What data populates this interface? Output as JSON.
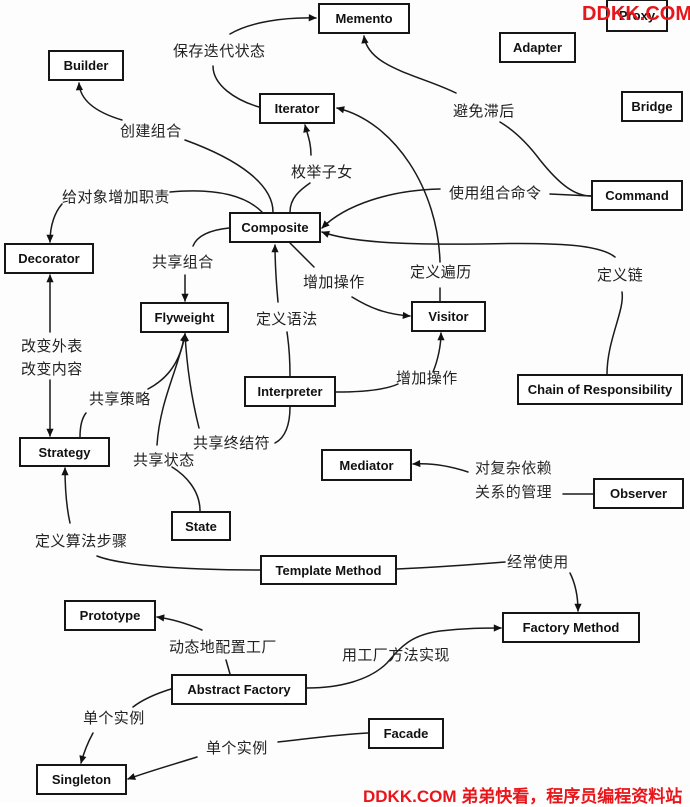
{
  "diagram": {
    "title": "Design pattern relationships",
    "patterns": {
      "memento": "Memento",
      "builder": "Builder",
      "adapter": "Adapter",
      "proxy": "Proxy",
      "bridge": "Bridge",
      "iterator": "Iterator",
      "command": "Command",
      "composite": "Composite",
      "decorator": "Decorator",
      "flyweight": "Flyweight",
      "visitor": "Visitor",
      "interpreter": "Interpreter",
      "chain": "Chain of Responsibility",
      "strategy": "Strategy",
      "mediator": "Mediator",
      "observer": "Observer",
      "state": "State",
      "template_method": "Template Method",
      "prototype": "Prototype",
      "factory_method": "Factory Method",
      "abstract_factory": "Abstract Factory",
      "facade": "Facade",
      "singleton": "Singleton"
    },
    "relations": [
      {
        "from": "Iterator",
        "to": "Memento",
        "label": "保存迭代状态"
      },
      {
        "from": "Composite",
        "to": "Builder",
        "label": "创建组合"
      },
      {
        "from": "Composite",
        "to": "Iterator",
        "label": "枚举子女"
      },
      {
        "from": "Command",
        "to": "Memento",
        "label": "避免滞后"
      },
      {
        "from": "Command",
        "to": "Composite",
        "label": "使用组合命令"
      },
      {
        "from": "Composite",
        "to": "Decorator",
        "label": "给对象增加职责"
      },
      {
        "from": "Visitor",
        "to": "Iterator",
        "label": "定义遍历"
      },
      {
        "from": "Chain of Responsibility",
        "to": "Composite",
        "label": "定义链"
      },
      {
        "from": "Composite",
        "to": "Flyweight",
        "label": "共享组合"
      },
      {
        "from": "Composite",
        "to": "Visitor",
        "label": "增加操作"
      },
      {
        "from": "Interpreter",
        "to": "Composite",
        "label": "定义语法"
      },
      {
        "from": "Interpreter",
        "to": "Visitor",
        "label": "增加操作"
      },
      {
        "from": "Decorator",
        "to": "Strategy",
        "label_lines": [
          "改变外表",
          "改变内容"
        ]
      },
      {
        "from": "Strategy",
        "to": "Flyweight",
        "label": "共享策略"
      },
      {
        "from": "Interpreter",
        "to": "Flyweight",
        "label": "共享终结符"
      },
      {
        "from": "State",
        "to": "Flyweight",
        "label": "共享状态"
      },
      {
        "from": "Observer",
        "to": "Mediator",
        "label_lines": [
          "对复杂依赖",
          "关系的管理"
        ]
      },
      {
        "from": "Template Method",
        "to": "Strategy",
        "label": "定义算法步骤"
      },
      {
        "from": "Template Method",
        "to": "Factory Method",
        "label": "经常使用"
      },
      {
        "from": "Abstract Factory",
        "to": "Prototype",
        "label": "动态地配置工厂"
      },
      {
        "from": "Abstract Factory",
        "to": "Factory Method",
        "label": "用工厂方法实现"
      },
      {
        "from": "Abstract Factory",
        "to": "Singleton",
        "label": "单个实例"
      },
      {
        "from": "Facade",
        "to": "Singleton",
        "label": "单个实例"
      }
    ]
  },
  "watermark": {
    "top": "DDKK.COM",
    "bottom": "DDKK.COM 弟弟快看，程序员编程资料站",
    "color": "#e8161b"
  }
}
